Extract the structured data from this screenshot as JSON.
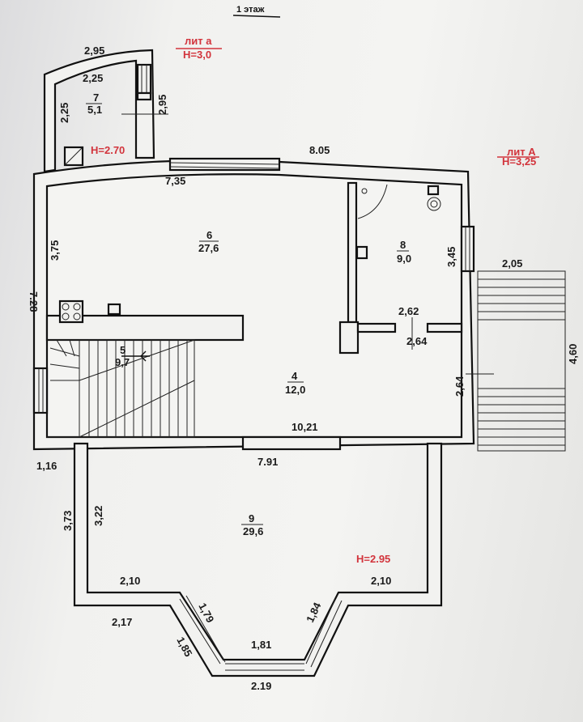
{
  "title": "1 этаж",
  "lit_annex": {
    "name": "лит а",
    "height": "H=3,0"
  },
  "lit_main": {
    "name": "лит А",
    "height": "H=3,25"
  },
  "rooms": [
    {
      "number": "7",
      "area": "5,1",
      "height": "H=2.70"
    },
    {
      "number": "6",
      "area": "27,6"
    },
    {
      "number": "8",
      "area": "9,0"
    },
    {
      "number": "5",
      "area": "9,7"
    },
    {
      "number": "4",
      "area": "12,0"
    },
    {
      "number": "9",
      "area": "29,6",
      "height": "H=2.95"
    }
  ],
  "dimensions": {
    "annex_top_outer": "2,95",
    "annex_top_inner": "2,25",
    "annex_left": "2,25",
    "annex_right": "2,95",
    "main_top_left": "7,35",
    "main_top_right": "8.05",
    "room6_left": "3,75",
    "main_left": "7.28",
    "room8_right": "3,45",
    "room8_bottom": "2,62",
    "hall_top": "2,64",
    "hall_right": "2,64",
    "porch_width": "2,05",
    "porch_length": "4,60",
    "main_bottom": "10,21",
    "left_offset": "1,16",
    "bay_top": "7.91",
    "bay_left_outer": "3,73",
    "bay_left_inner": "3,22",
    "bay_left_short": "2,10",
    "bay_right_short": "2,10",
    "bay_left_outer_short": "2,17",
    "bay_diag_left_inner": "1,79",
    "bay_diag_left_outer": "1,85",
    "bay_diag_right": "1,84",
    "bay_front_inner": "1,81",
    "bay_front_outer": "2.19"
  },
  "colors": {
    "ink": "#111111",
    "red": "#d2343c",
    "paper": "#f2f2f0"
  }
}
